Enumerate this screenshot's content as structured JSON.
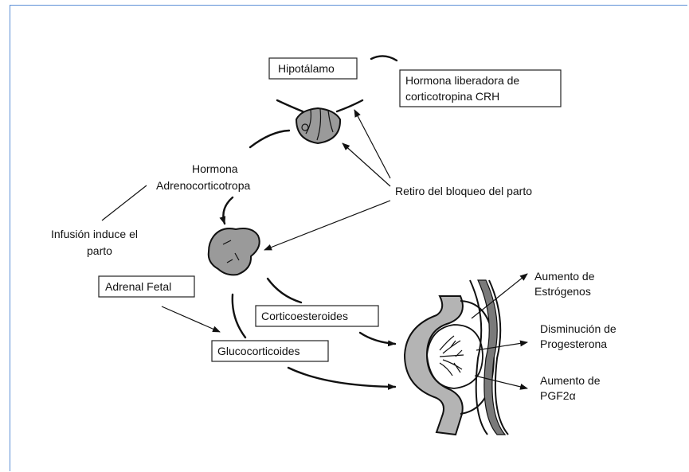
{
  "labels": {
    "hipotalamo": "Hipotálamo",
    "crh_line1": "Hormona liberadora de",
    "crh_line2": "corticotropina CRH",
    "acth_line1": "Hormona",
    "acth_line2": "Adrenocorticotropa",
    "retiro": "Retiro del bloqueo del parto",
    "infusion_line1": "Infusión induce el",
    "infusion_line2": "parto",
    "adrenal": "Adrenal Fetal",
    "corticoesteroides": "Corticoesteroides",
    "glucocorticoides": "Glucocorticoides",
    "estrogenos_line1": "Aumento de",
    "estrogenos_line2": "Estrógenos",
    "progesterona_line1": "Disminución de",
    "progesterona_line2": "Progesterona",
    "pgf_line1": "Aumento de",
    "pgf_line2": "PGF2α"
  },
  "colors": {
    "border": "#5b8fd6",
    "organ_fill": "#9a9a9a",
    "uterus_fill": "#b4b4b4"
  }
}
